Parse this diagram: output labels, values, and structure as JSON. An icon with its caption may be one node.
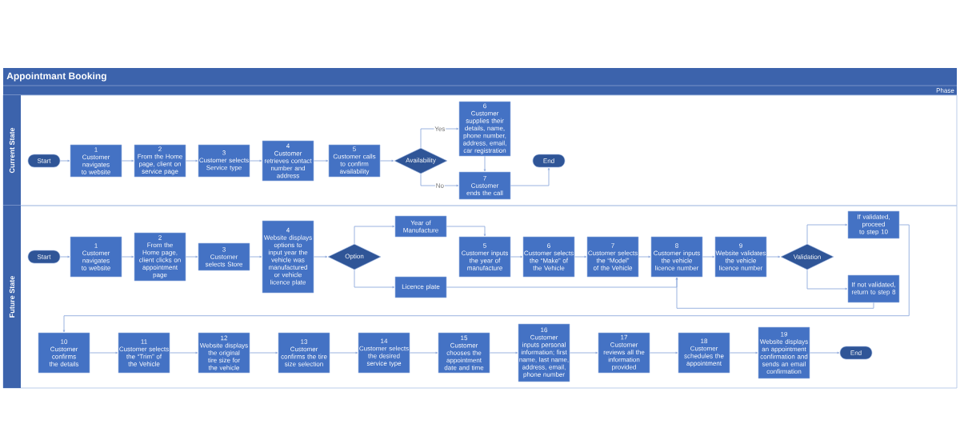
{
  "diagram": {
    "title": "Appointmant Booking",
    "nodes": [
      {
        "text": [
          "Current State"
        ]
      },
      {
        "text": [
          "Start"
        ],
        "in": 0
      },
      {
        "text": [
          "1",
          "Customer navigates to website"
        ],
        "in": 0
      },
      {
        "text": [
          "2",
          "From the Home page, client on service page"
        ],
        "in": 0
      },
      {
        "text": [
          "3",
          "Customer selects Service type"
        ],
        "in": 0
      },
      {
        "text": [
          "4",
          "Customer retrieves contact number and address"
        ],
        "in": 0
      },
      {
        "text": [
          "5",
          "Customer calls to confirm availability"
        ],
        "in": 0
      },
      {
        "text": [
          "Availability"
        ],
        "in": 0
      },
      {
        "text": [
          "6",
          "Customer supplies their details, name, phone number, address, email, car registration"
        ],
        "in": 0
      },
      {
        "text": [
          "7",
          "Customer ends the call"
        ],
        "in": 0
      },
      {
        "text": [
          "End"
        ],
        "in": 0
      },
      {
        "text": [
          "Future State"
        ]
      },
      {
        "text": [
          "Start"
        ],
        "in": 11
      },
      {
        "text": [
          "1",
          "Customer navigates to website"
        ],
        "in": 11
      },
      {
        "text": [
          "2",
          "From the Home page, client clicks on appointment page"
        ],
        "in": 11
      },
      {
        "text": [
          "3",
          "Customer selects Store"
        ],
        "in": 11
      },
      {
        "text": [
          "4",
          "Website displays options to input year the vehicle was manufactured or vehicle licence plate"
        ],
        "in": 11
      },
      {
        "text": [
          "Option"
        ],
        "in": 11
      },
      {
        "text": [
          "Year of Manufacture"
        ],
        "in": 11
      },
      {
        "text": [
          "Licence plate"
        ],
        "in": 11
      },
      {
        "text": [
          "5",
          "Customer inputs the year of manufacture"
        ],
        "in": 11
      },
      {
        "text": [
          "6",
          "Customer selects the “Make” of the Vehicle"
        ],
        "in": 11
      },
      {
        "text": [
          "7",
          "Customer selects the “Model” of the Vehicle"
        ],
        "in": 11
      },
      {
        "text": [
          "8",
          "Customer inputs the vehicle licence number"
        ],
        "in": 11
      },
      {
        "text": [
          "9",
          "Website validates the vehicle licence number"
        ],
        "in": 11
      },
      {
        "text": [
          "Validation"
        ],
        "in": 11
      },
      {
        "text": [
          "If validated, proceed to step 10"
        ],
        "in": 11
      },
      {
        "text": [
          "If not validated, return to step 8"
        ],
        "in": 11
      },
      {
        "text": [
          "10",
          "Customer confirms the details"
        ],
        "in": 11
      },
      {
        "text": [
          "11",
          "Customer selects the “Trim” of the Vehicle"
        ],
        "in": 11
      },
      {
        "text": [
          "12",
          "Website displays the original tire size for the vehicle"
        ],
        "in": 11
      },
      {
        "text": [
          "13",
          "Customer confirms the tire size selection"
        ],
        "in": 11
      },
      {
        "text": [
          "14",
          "Customer selects the desired service type"
        ],
        "in": 11
      },
      {
        "text": [
          "15",
          "Customer chooses the appointment date and time"
        ],
        "in": 11
      },
      {
        "text": [
          "16",
          "Customer inputs personal information; first name, last name, address, email, phone number"
        ],
        "in": 11
      },
      {
        "text": [
          "17",
          "Customer reviews all the information provided"
        ],
        "in": 11
      },
      {
        "text": [
          "18",
          "Customer schedules the appointment"
        ],
        "in": 11
      },
      {
        "text": [
          "19",
          "Website displays an appointment confirmation and sends an email confirmation"
        ],
        "in": 11
      },
      {
        "text": [
          "End"
        ],
        "in": 11
      }
    ],
    "edges": [
      {
        "from": 1,
        "to": 2,
        "arrow": "to"
      },
      {
        "from": 2,
        "to": 3,
        "arrow": "to"
      },
      {
        "from": 3,
        "to": 4,
        "arrow": "to"
      },
      {
        "from": 4,
        "to": 5,
        "arrow": "to"
      },
      {
        "from": 5,
        "to": 6,
        "arrow": "to"
      },
      {
        "from": 6,
        "to": 7,
        "arrow": "to"
      },
      {
        "from": 7,
        "to": 8,
        "arrow": "to",
        "label": "Yes"
      },
      {
        "from": 7,
        "to": 9,
        "arrow": "to",
        "label": "No"
      },
      {
        "from": 8,
        "to": 9,
        "arrow": "to"
      },
      {
        "from": 9,
        "to": 10,
        "arrow": "to"
      },
      {
        "from": 12,
        "to": 13,
        "arrow": "to"
      },
      {
        "from": 13,
        "to": 14,
        "arrow": "to"
      },
      {
        "from": 14,
        "to": 15,
        "arrow": "to"
      },
      {
        "from": 15,
        "to": 16,
        "arrow": "to"
      },
      {
        "from": 16,
        "to": 17,
        "arrow": "to"
      },
      {
        "from": 17,
        "to": 18,
        "arrow": "to"
      },
      {
        "from": 17,
        "to": 19,
        "arrow": "to"
      },
      {
        "from": 18,
        "to": 20,
        "arrow": "to"
      },
      {
        "from": 19,
        "to": 23,
        "arrow": "to"
      },
      {
        "from": 20,
        "to": 21,
        "arrow": "to"
      },
      {
        "from": 21,
        "to": 22,
        "arrow": "to"
      },
      {
        "from": 22,
        "to": 23,
        "arrow": "to"
      },
      {
        "from": 23,
        "to": 24,
        "arrow": "to"
      },
      {
        "from": 24,
        "to": 25,
        "arrow": "to"
      },
      {
        "from": 25,
        "to": 26,
        "arrow": "to"
      },
      {
        "from": 25,
        "to": 27,
        "arrow": "to"
      },
      {
        "from": 26,
        "to": 28,
        "arrow": "to"
      },
      {
        "from": 27,
        "to": 23,
        "arrow": "to"
      },
      {
        "from": 28,
        "to": 29,
        "arrow": "to"
      },
      {
        "from": 29,
        "to": 30,
        "arrow": "to"
      },
      {
        "from": 30,
        "to": 31,
        "arrow": "to"
      },
      {
        "from": 31,
        "to": 32,
        "arrow": "to"
      },
      {
        "from": 32,
        "to": 33,
        "arrow": "to"
      },
      {
        "from": 33,
        "to": 34,
        "arrow": "to"
      },
      {
        "from": 34,
        "to": 35,
        "arrow": "to"
      },
      {
        "from": 35,
        "to": 36,
        "arrow": "to"
      },
      {
        "from": 36,
        "to": 37,
        "arrow": "to"
      },
      {
        "from": 37,
        "to": 38,
        "arrow": "to"
      }
    ],
    "labels": [
      "Phase"
    ]
  }
}
